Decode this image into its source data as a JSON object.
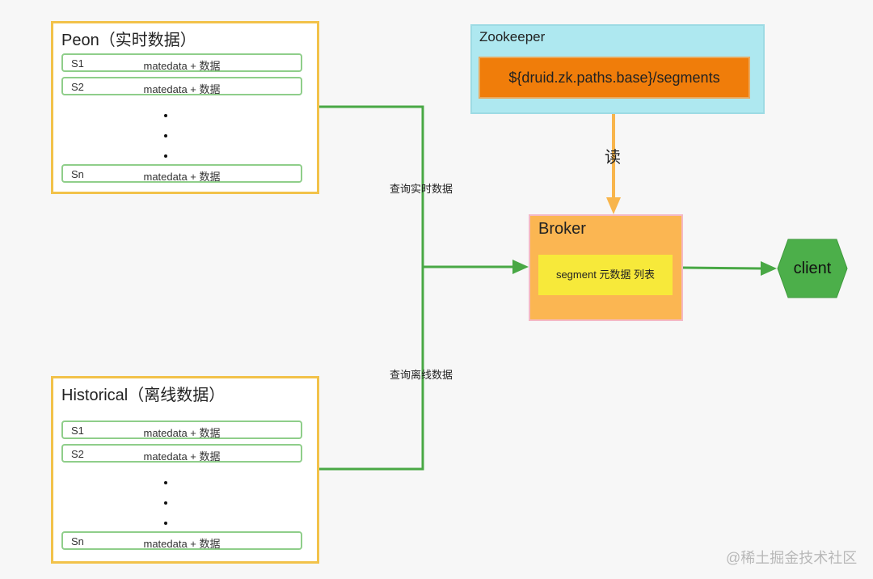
{
  "peon": {
    "title": "Peon（实时数据）",
    "segments": [
      {
        "id": "S1",
        "value": "matedata + 数据"
      },
      {
        "id": "S2",
        "value": "matedata + 数据"
      },
      {
        "id": "Sn",
        "value": "matedata + 数据"
      }
    ]
  },
  "historical": {
    "title": "Historical（离线数据）",
    "segments": [
      {
        "id": "S1",
        "value": "matedata + 数据"
      },
      {
        "id": "S2",
        "value": "matedata + 数据"
      },
      {
        "id": "Sn",
        "value": "matedata + 数据"
      }
    ]
  },
  "zookeeper": {
    "title": "Zookeeper",
    "path": "${druid.zk.paths.base}/segments"
  },
  "broker": {
    "title": "Broker",
    "list_label": "segment 元数据 列表"
  },
  "client": {
    "label": "client"
  },
  "edges": {
    "realtime_query": "查询实时数据",
    "offline_query": "查询离线数据",
    "read": "读"
  },
  "watermark": "@稀土掘金技术社区",
  "colors": {
    "store_border": "#f2c24a",
    "segment_border": "#8fce8a",
    "connector_green": "#49a845",
    "zookeeper_bg": "#aee8f0",
    "zk_path_bg": "#f07d0a",
    "read_arrow": "#f8b54c",
    "broker_bg": "#fbb652",
    "broker_list_bg": "#f7e93a",
    "client_bg": "#4caf4a"
  }
}
